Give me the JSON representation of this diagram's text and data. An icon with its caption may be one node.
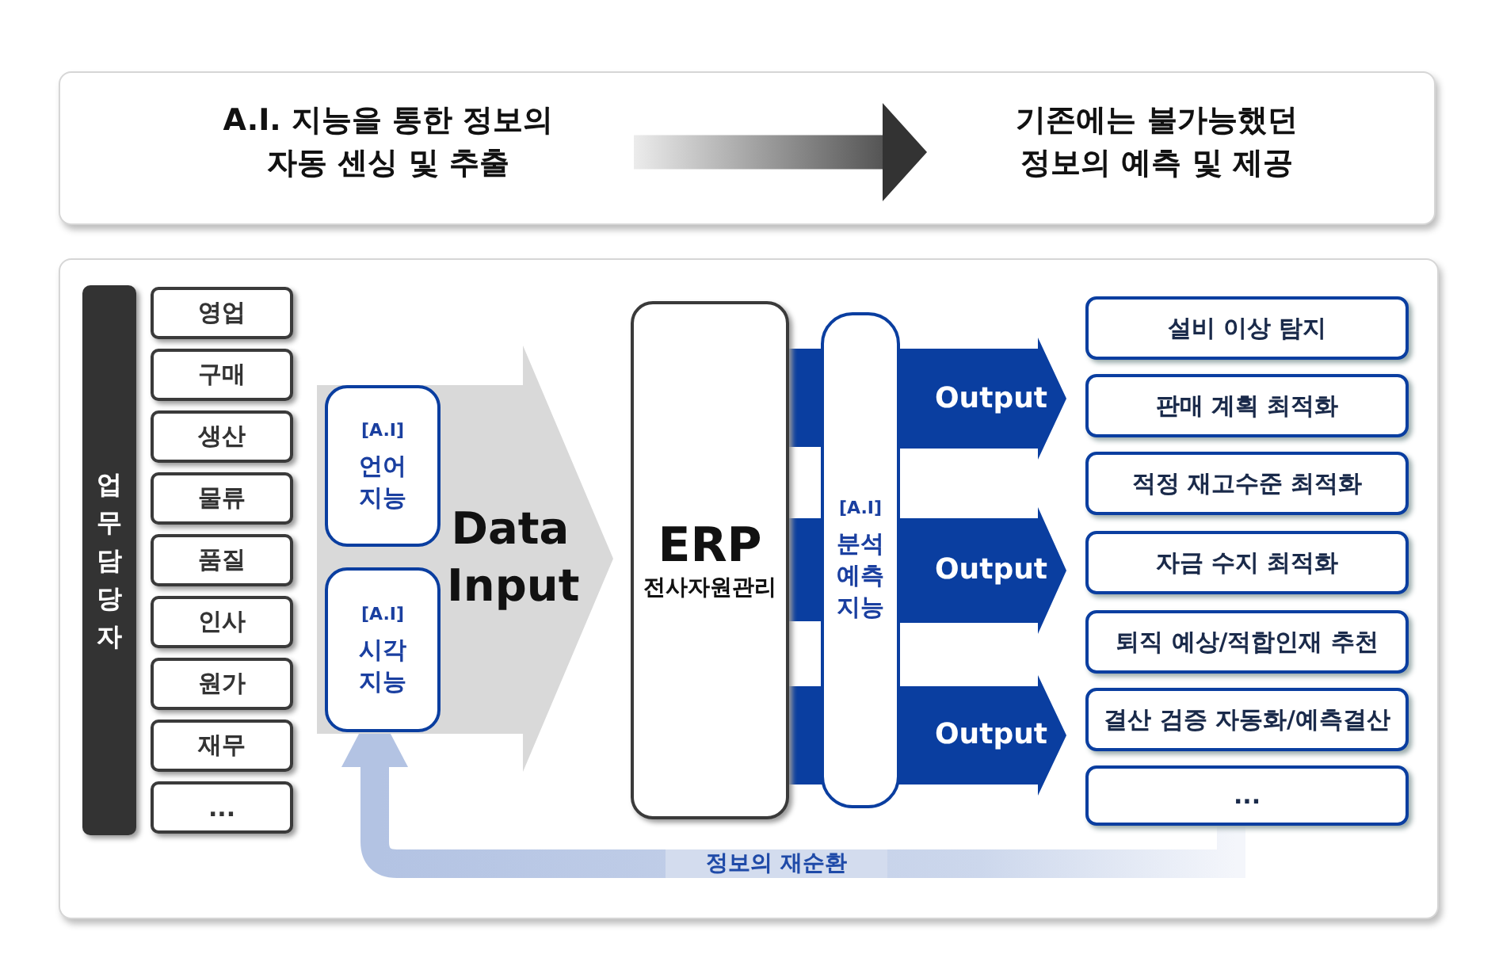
{
  "diagram": {
    "nodes": [
      {
        "text": [
          "A.I. 지능을 통한 정보의 자동 센싱 및 추출"
        ]
      },
      {
        "text": [
          "기존에는 불가능했던 정보의 예측 및 제공"
        ]
      },
      {
        "text": [
          "업무담당자"
        ]
      },
      {
        "text": [
          "영업"
        ]
      },
      {
        "text": [
          "구매"
        ]
      },
      {
        "text": [
          "생산"
        ]
      },
      {
        "text": [
          "물류"
        ]
      },
      {
        "text": [
          "품질"
        ]
      },
      {
        "text": [
          "인사"
        ]
      },
      {
        "text": [
          "원가"
        ]
      },
      {
        "text": [
          "재무"
        ]
      },
      {
        "text": [
          "..."
        ]
      },
      {
        "text": [
          "Data Input"
        ]
      },
      {
        "text": [
          "[A.I]",
          "언어 지능"
        ],
        "in": 12
      },
      {
        "text": [
          "[A.I]",
          "시각 지능"
        ],
        "in": 12
      },
      {
        "text": [
          "ERP",
          "전사자원관리"
        ]
      },
      {
        "text": [
          "[A.I]",
          "분석 예측 지능"
        ]
      },
      {
        "text": [
          "Output"
        ]
      },
      {
        "text": [
          "Output"
        ]
      },
      {
        "text": [
          "Output"
        ]
      },
      {
        "text": [
          "설비 이상 탐지"
        ]
      },
      {
        "text": [
          "판매 계획 최적화"
        ]
      },
      {
        "text": [
          "적정 재고수준 최적화"
        ]
      },
      {
        "text": [
          "자금 수지 최적화"
        ]
      },
      {
        "text": [
          "퇴직 예상/적합인재 추천"
        ]
      },
      {
        "text": [
          "결산 검증 자동화/예측결산"
        ]
      },
      {
        "text": [
          "..."
        ]
      }
    ],
    "edges": [
      {
        "from": 0,
        "to": 1,
        "arrow": "to"
      },
      {
        "from": 26,
        "to": 14,
        "arrow": "to",
        "label": "정보의 재순환",
        "color": "#b3c3e3",
        "style": "thick"
      }
    ]
  }
}
